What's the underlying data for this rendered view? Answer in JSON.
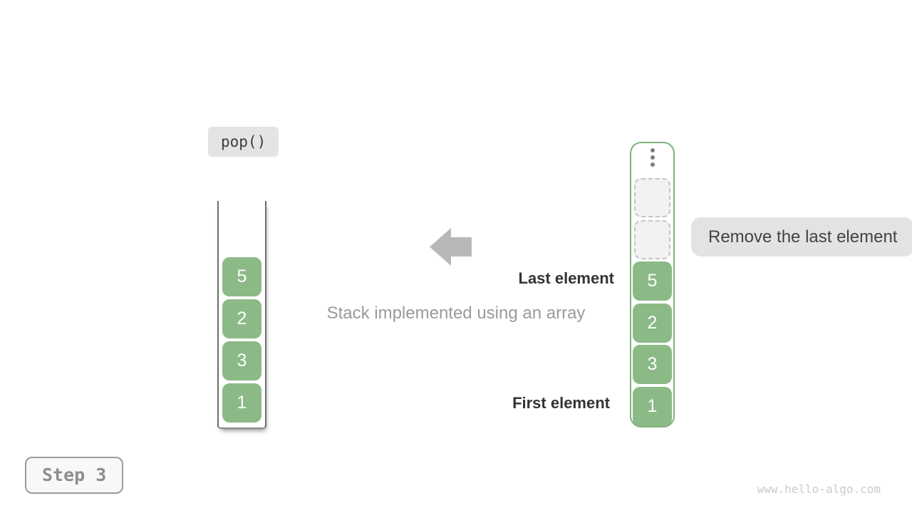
{
  "diagram": {
    "operation_label": "pop()",
    "caption": "Stack implemented using an array",
    "last_element_label": "Last element",
    "first_element_label": "First element",
    "annotation": "Remove the last element",
    "step_label": "Step 3",
    "watermark": "www.hello-algo.com"
  },
  "left_stack": {
    "values_top_to_bottom": [
      "5",
      "2",
      "3",
      "1"
    ]
  },
  "right_stack": {
    "ellipsis_icon": "vertical-ellipsis",
    "empty_slot_count": 2,
    "values_top_to_bottom": [
      "5",
      "2",
      "3",
      "1"
    ]
  },
  "icons": {
    "arrow_left": "◀",
    "ellipsis": "⋮"
  },
  "colors": {
    "cell_green": "#8bba86",
    "container_green_border": "#7fb27c",
    "badge_gray_bg": "#e4e4e4",
    "annotation_bg": "#e3e3e3",
    "arrow_gray": "#b8b8b8",
    "muted_text": "#9a9a9a",
    "dark_text": "#333333",
    "step_text": "#8d8d8d",
    "watermark_text": "#cbcbcb",
    "empty_cell_bg": "#f2f2f2",
    "empty_cell_border": "#c4c4c4"
  }
}
